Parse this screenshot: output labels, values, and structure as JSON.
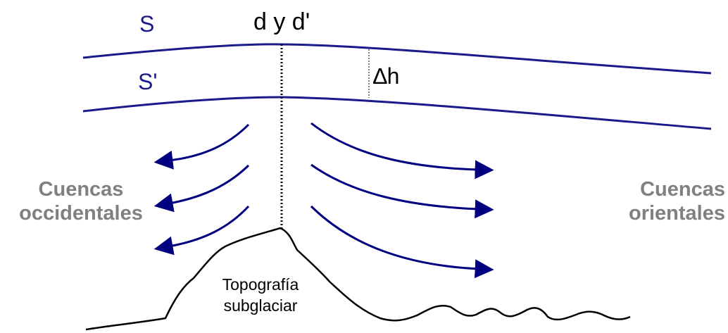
{
  "labels": {
    "surface_upper": "S",
    "surface_lower": "S'",
    "divide": "d y d'",
    "delta_h": "∆h",
    "west_basins_line1": "Cuencas",
    "west_basins_line2": "occidentales",
    "east_basins_line1": "Cuencas",
    "east_basins_line2": "orientales",
    "topo_line1": "Topografía",
    "topo_line2": "subglaciar"
  },
  "colors": {
    "surface_lines": "#1a1a8c",
    "flow_arrows": "#000080",
    "basin_text": "#808080",
    "topography": "#000000"
  }
}
